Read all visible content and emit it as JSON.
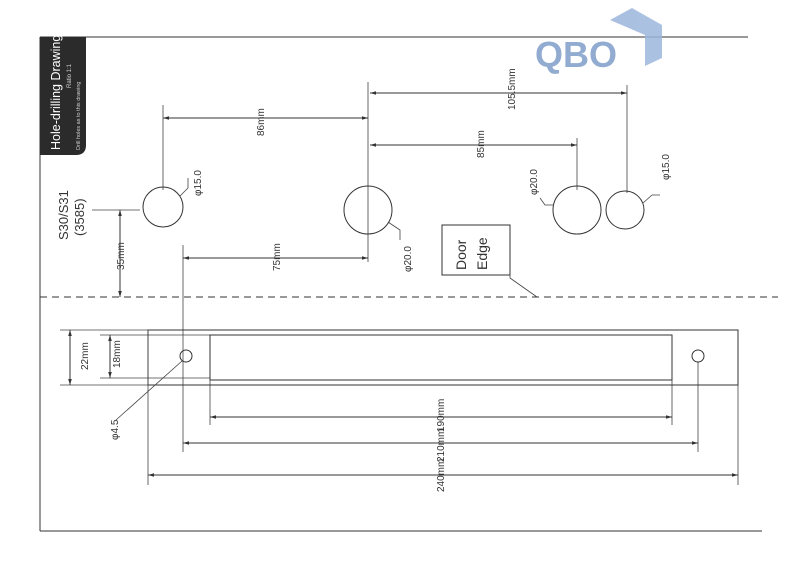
{
  "title_block": {
    "title": "Hole-drilling Drawing",
    "ratio": "Ratio 1:1",
    "note": "Drill holes as to this drawing"
  },
  "model": {
    "name": "S30/S31",
    "code": "(3585)"
  },
  "logo": {
    "text": "QBO",
    "color": "#7f9ec9"
  },
  "door_edge": {
    "line1": "Door",
    "line2": "Edge"
  },
  "dimensions": {
    "d105": "105.5mm",
    "d86": "86mm",
    "d85": "85mm",
    "d75": "75mm",
    "d35": "35mm",
    "d22": "22mm",
    "d18": "18mm",
    "d190": "190mm",
    "d210": "210mm",
    "d240": "240mm"
  },
  "holes": {
    "h1": "φ15.0",
    "h2": "φ20.0",
    "h3": "φ20.0",
    "h4": "φ15.0",
    "small": "φ4.5"
  }
}
